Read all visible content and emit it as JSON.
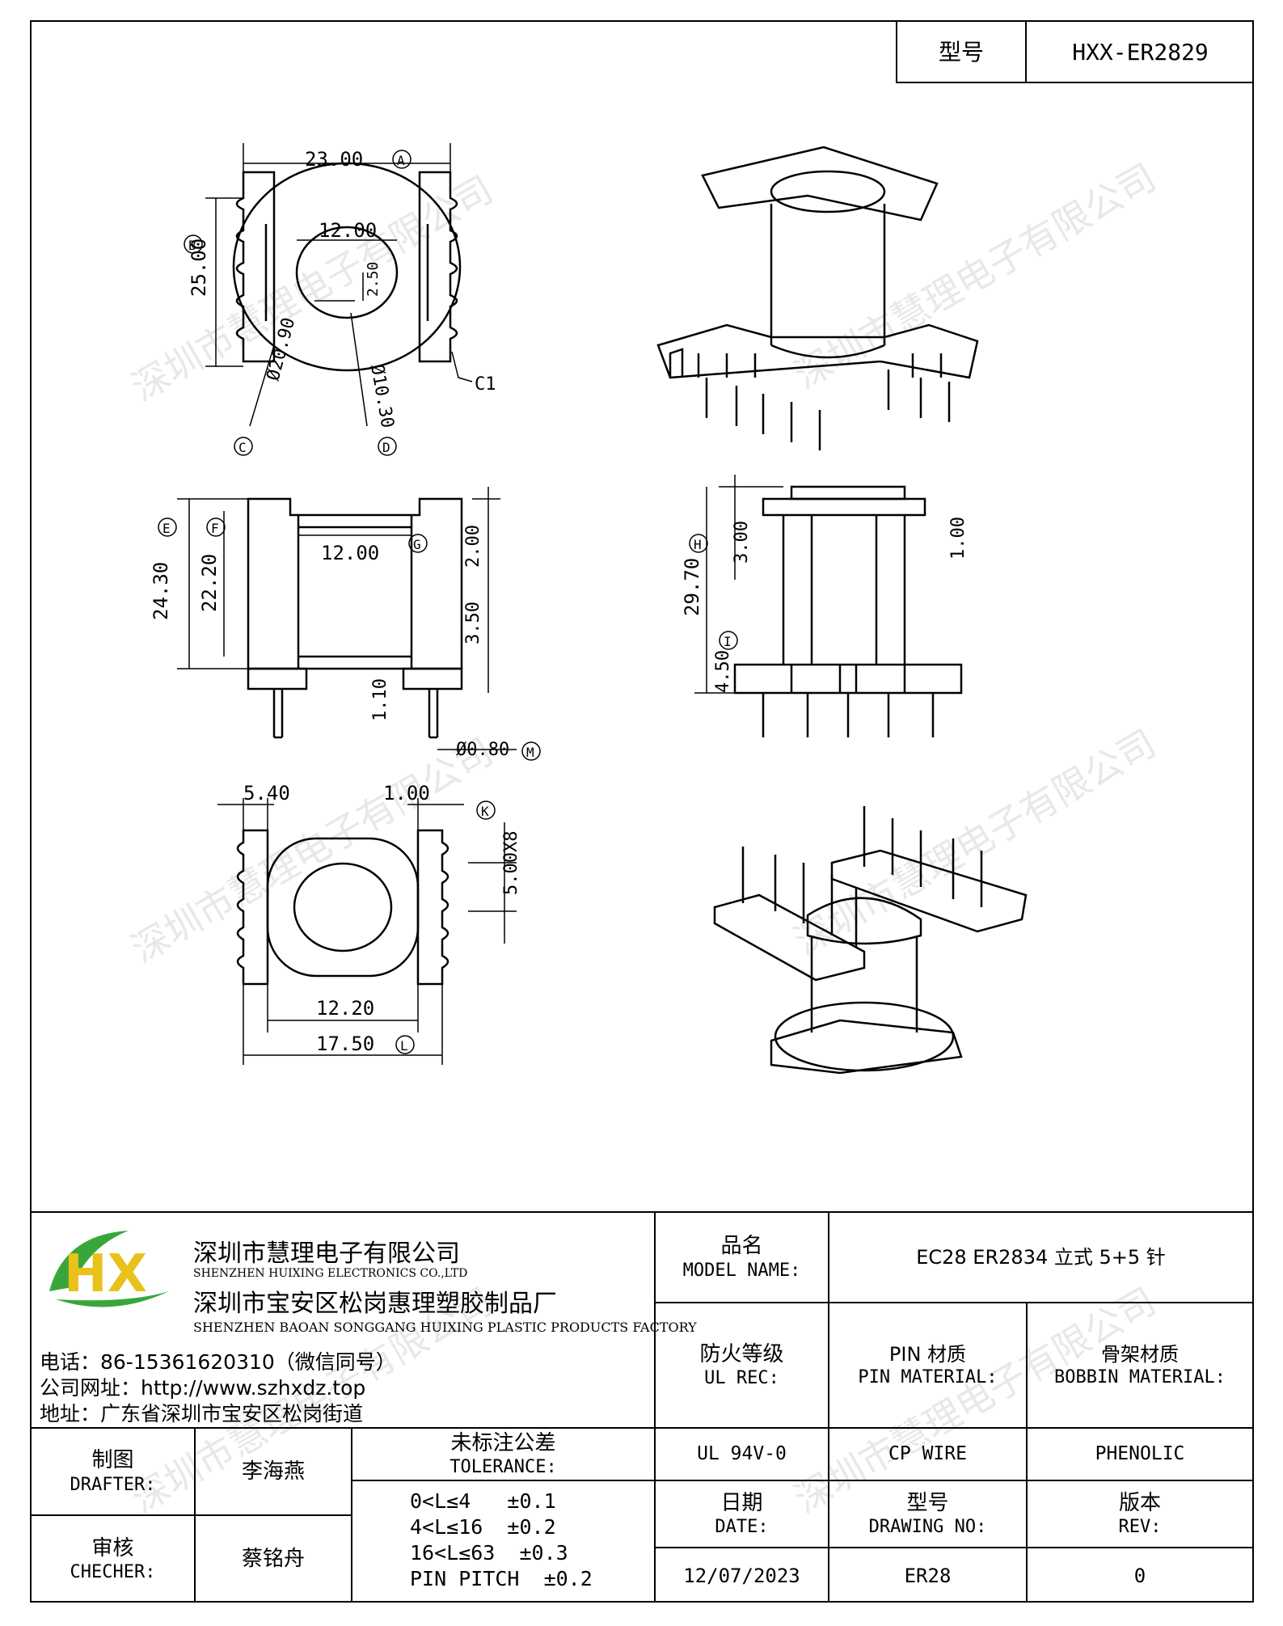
{
  "header": {
    "model_label": "型号",
    "model_value": "HXX-ER2829"
  },
  "drawing": {
    "top_view": {
      "dim_a": "23.00",
      "dim_b": "25.00",
      "dim_inner": "12.00",
      "dim_small": "2.50",
      "dim_c": "Ø20.90",
      "dim_d": "Ø10.30",
      "dim_c1": "C1"
    },
    "front_view": {
      "dim_e": "24.30",
      "dim_f": "22.20",
      "dim_inner": "12.00",
      "dim_top": "2.00",
      "dim_flange": "3.50",
      "dim_pin": "1.10",
      "dim_pin_dia": "Ø0.80"
    },
    "side_view": {
      "dim_h": "29.70",
      "dim_top": "3.00",
      "dim_right": "1.00",
      "dim_i": "4.50"
    },
    "bottom_view": {
      "dim_left": "5.40",
      "dim_right": "1.00",
      "dim_k": "5.00X8",
      "dim_inner": "12.20",
      "dim_l": "17.50"
    },
    "circle_letters": [
      "A",
      "B",
      "C",
      "D",
      "E",
      "F",
      "G",
      "H",
      "I",
      "K",
      "L",
      "M"
    ]
  },
  "watermark": "深圳市慧理电子有限公司",
  "company": {
    "logo_text": "HX",
    "name_cn": "深圳市慧理电子有限公司",
    "name_en": "SHENZHEN HUIXING ELECTRONICS CO.,LTD",
    "factory_cn": "深圳市宝安区松岗惠理塑胶制品厂",
    "factory_en": "SHENZHEN BAOAN SONGGANG HUIXING PLASTIC PRODUCTS FACTORY",
    "phone": "电话：86-15361620310（微信同号）",
    "website": "公司网址：http://www.szhxdz.top",
    "address": "地址：广东省深圳市宝安区松岗街道"
  },
  "title_block": {
    "model_name_cn": "品名",
    "model_name_en": "MODEL NAME:",
    "model_name_value": "EC28 ER2834 立式 5+5 针",
    "ul_cn": "防火等级",
    "ul_en": "UL REC:",
    "pin_mat_cn": "PIN 材质",
    "pin_mat_en": "PIN MATERIAL:",
    "bobbin_mat_cn": "骨架材质",
    "bobbin_mat_en": "BOBBIN MATERIAL:",
    "ul_value": "UL 94V-0",
    "pin_value": "CP WIRE",
    "bobbin_value": "PHENOLIC",
    "drafter_cn": "制图",
    "drafter_en": "DRAFTER:",
    "drafter_name": "李海燕",
    "checker_cn": "审核",
    "checker_en": "CHECHER:",
    "checker_name": "蔡铭舟",
    "tolerance_cn": "未标注公差",
    "tolerance_en": "TOLERANCE:",
    "tolerance_lines": [
      "0<L≤4   ±0.1",
      "4<L≤16  ±0.2",
      "16<L≤63  ±0.3",
      "PIN PITCH  ±0.2"
    ],
    "date_cn": "日期",
    "date_en": "DATE:",
    "date_value": "12/07/2023",
    "drawing_no_cn": "型号",
    "drawing_no_en": "DRAWING NO:",
    "drawing_no_value": "ER28",
    "rev_cn": "版本",
    "rev_en": "REV:",
    "rev_value": "0"
  },
  "colors": {
    "logo_green": "#3aa63a",
    "logo_yellow": "#e8c21a",
    "logo_blue": "#2266aa"
  }
}
